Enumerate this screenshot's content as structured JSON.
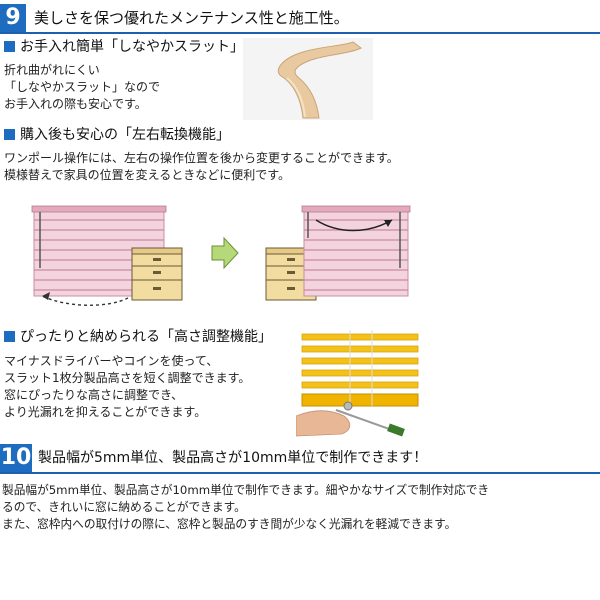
{
  "section9": {
    "number": "9",
    "title": "美しさを保つ優れたメンテナンス性と施工性。",
    "care": {
      "heading": "お手入れ簡単「しなやかスラット」",
      "lines": [
        "折れ曲がれにくい",
        "「しなやかスラット」なので",
        "お手入れの際も安心です。"
      ]
    },
    "swap": {
      "heading": "購入後も安心の「左右転換機能」",
      "lines": [
        "ワンポール操作には、左右の操作位置を後から変更することができます。",
        "模様替えで家具の位置を変えるときなどに便利です。"
      ]
    },
    "height": {
      "heading": "ぴったりと納められる「高さ調整機能」",
      "lines": [
        "マイナスドライバーやコインを使って、",
        "スラット1枚分製品高さを短く調整できます。",
        "窓にぴったりな高さに調整でき、",
        "より光漏れを抑えることができます。"
      ]
    }
  },
  "section10": {
    "number": "10",
    "title": "製品幅が5mm単位、製品高さが10mm単位で制作できます！",
    "lines": [
      "製品幅が5mm単位、製品高さが10mm単位で制作できます。細やかなサイズで制作対応でき",
      "るので、きれいに窓に納めることができます。",
      "また、窓枠内への取付けの際に、窓枠と製品のすき間が少なく光漏れを軽減できます。"
    ]
  },
  "colors": {
    "accent": "#1e6cc0",
    "blind_pink": "#e9b8c8",
    "blind_yellow": "#f2c21a",
    "furniture": "#f2dca0",
    "arrow_green": "#b5d879"
  }
}
